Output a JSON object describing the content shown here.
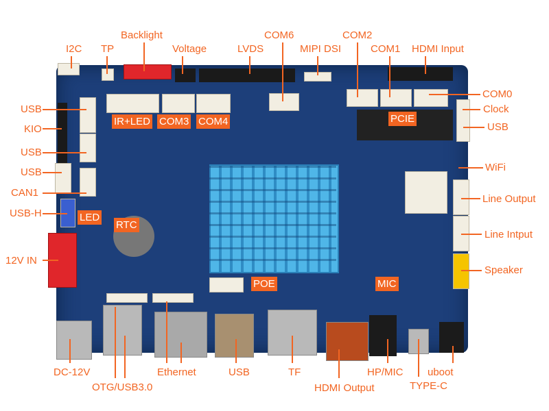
{
  "top_labels": {
    "i2c": "I2C",
    "tp": "TP",
    "backlight": "Backlight",
    "voltage": "Voltage",
    "lvds": "LVDS",
    "com6": "COM6",
    "mipi_dsi": "MIPI DSI",
    "com2": "COM2",
    "com1": "COM1",
    "hdmi_input": "HDMI Input"
  },
  "right_labels": {
    "com0": "COM0",
    "clock": "Clock",
    "usb": "USB",
    "wifi": "WiFi",
    "line_output": "Line Output",
    "line_input": "Line Intput",
    "speaker": "Speaker"
  },
  "left_labels": {
    "usb1": "USB",
    "kio": "KIO",
    "usb2": "USB",
    "usb3": "USB",
    "can1": "CAN1",
    "usb_h": "USB-H",
    "power_in": "12V IN"
  },
  "boxed_labels": {
    "ir_led": "IR+LED",
    "com3": "COM3",
    "com4": "COM4",
    "pcie": "PCIE",
    "led": "LED",
    "rtc": "RTC",
    "poe": "POE",
    "mic": "MIC"
  },
  "bottom_labels": {
    "dc12v": "DC-12V",
    "otg_usb3": "OTG/USB3.0",
    "ethernet": "Ethernet",
    "usb": "USB",
    "tf": "TF",
    "hdmi_output": "HDMI Output",
    "hp_mic": "HP/MIC",
    "type_c": "TYPE-C",
    "uboot": "uboot"
  },
  "colors": {
    "accent": "#f26522",
    "pcb": "#1d3f7a",
    "heatsink": "#4fb6e8"
  }
}
